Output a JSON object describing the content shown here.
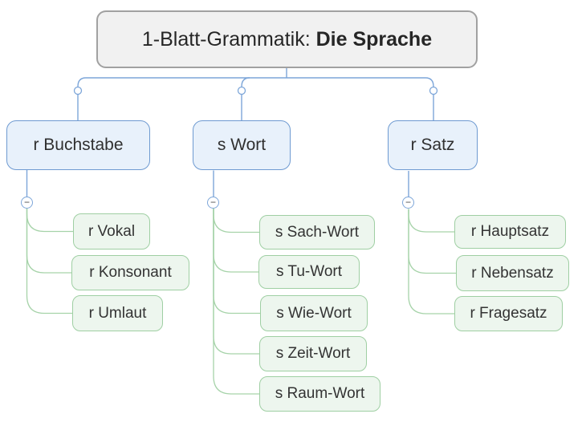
{
  "root_topic": {
    "prefix": "1-Blatt-Grammatik: ",
    "emphasis": "Die Sprache"
  },
  "tree": {
    "branches": [
      {
        "label": "r Buchstabe",
        "children": [
          {
            "label": "r Vokal"
          },
          {
            "label": "r Konsonant"
          },
          {
            "label": "r Umlaut"
          }
        ]
      },
      {
        "label": "s Wort",
        "children": [
          {
            "label": "s Sach-Wort"
          },
          {
            "label": "s Tu-Wort"
          },
          {
            "label": "s Wie-Wort"
          },
          {
            "label": "s Zeit-Wort"
          },
          {
            "label": "s Raum-Wort"
          }
        ]
      },
      {
        "label": "r Satz",
        "children": [
          {
            "label": "r Hauptsatz"
          },
          {
            "label": "r Nebensatz"
          },
          {
            "label": "r Fragesatz"
          }
        ]
      }
    ]
  },
  "icons": {
    "collapse_minus": "−"
  },
  "colors": {
    "root_fill": "#f1f1f1",
    "root_border": "#a1a1a1",
    "branch_fill": "#e8f1fb",
    "branch_border": "#6e9ad1",
    "branch_line": "#7da6d9",
    "child_fill": "#edf6ee",
    "child_border": "#9fcfa3",
    "child_line": "#a6d3a9",
    "text": "#303030",
    "background": "#ffffff"
  }
}
